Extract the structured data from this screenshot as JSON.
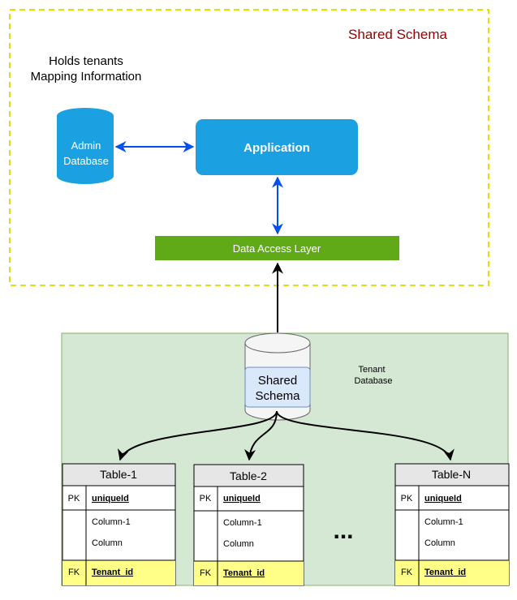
{
  "diagram": {
    "outer_region_label": "Shared Schema",
    "mapping_note_line1": "Holds tenants",
    "mapping_note_line2": "Mapping Information",
    "admin_db_line1": "Admin",
    "admin_db_line2": "Database",
    "application_label": "Application",
    "data_access_label": "Data Access Layer",
    "shared_schema_line1": "Shared",
    "shared_schema_line2": "Schema",
    "tenant_db_line1": "Tenant",
    "tenant_db_line2": "Database",
    "ellipsis": "...",
    "colors": {
      "blue": "#1ba1e2",
      "green": "#60a917",
      "region_green": "#d5e8d4",
      "yellow_dash": "#e1e100",
      "title_red": "#990000",
      "fk_yellow": "#ffff88",
      "header_gray": "#e6e6e6",
      "arrow_blue": "#0050ef"
    }
  },
  "tables": [
    {
      "title": "Table-1",
      "pk_key": "PK",
      "pk_name": "uniqueId",
      "col1": "Column-1",
      "col2": "Column",
      "fk_key": "FK",
      "fk_name": "Tenant_id"
    },
    {
      "title": "Table-2",
      "pk_key": "PK",
      "pk_name": "uniqueId",
      "col1": "Column-1",
      "col2": "Column",
      "fk_key": "FK",
      "fk_name": "Tenant_id"
    },
    {
      "title": "Table-N",
      "pk_key": "PK",
      "pk_name": "uniqueId",
      "col1": "Column-1",
      "col2": "Column",
      "fk_key": "FK",
      "fk_name": "Tenant_id"
    }
  ]
}
